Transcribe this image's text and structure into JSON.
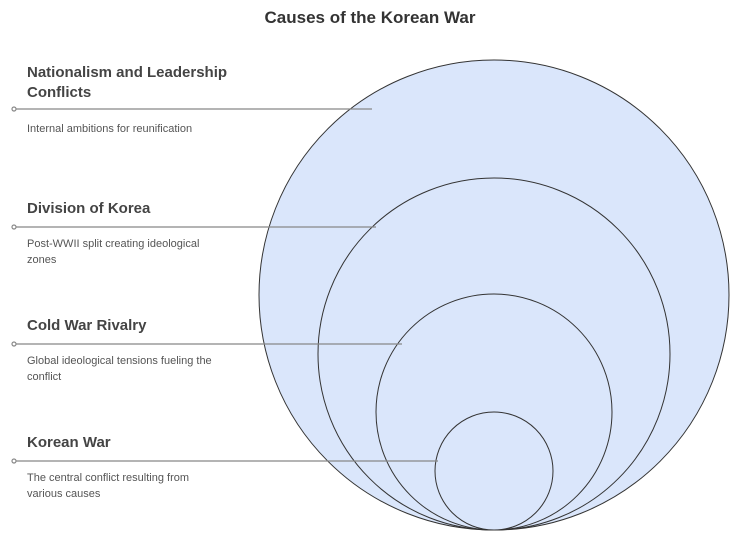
{
  "title": "Causes of the Korean War",
  "layers": [
    {
      "label": "Nationalism and Leadership Conflicts",
      "description": "Internal ambitions for reunification"
    },
    {
      "label": "Division of Korea",
      "description": "Post-WWII split creating ideological zones"
    },
    {
      "label": "Cold War Rivalry",
      "description": "Global ideological tensions fueling the conflict"
    },
    {
      "label": "Korean War",
      "description": "The central conflict resulting from various causes"
    }
  ],
  "colors": {
    "fill": "#dae6fb",
    "stroke": "#333333",
    "line": "#888888"
  }
}
